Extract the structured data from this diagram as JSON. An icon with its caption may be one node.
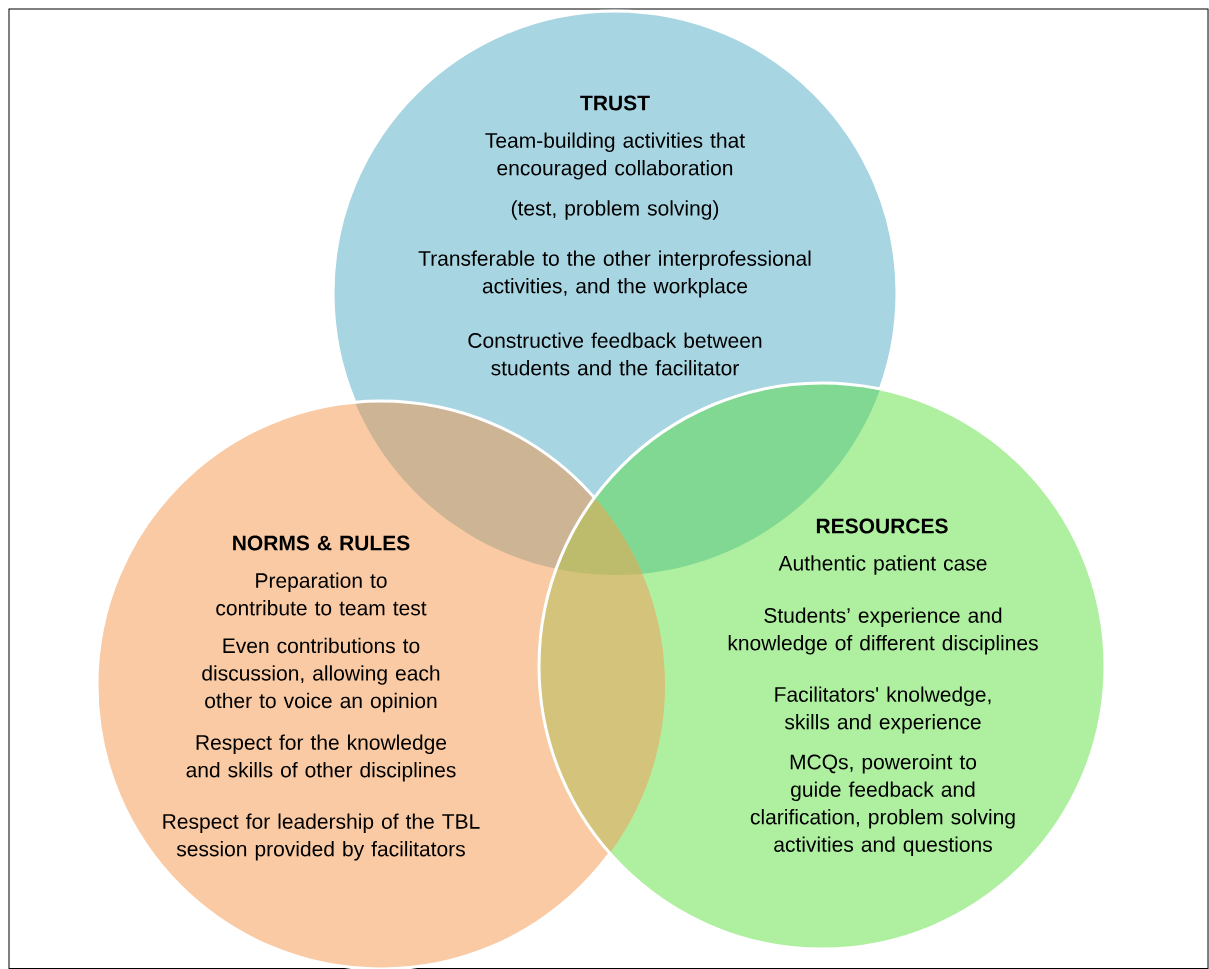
{
  "diagram": {
    "nodes": [
      {
        "text": [
          "TRUST",
          "Team-building activities that encouraged collaboration",
          "(test, problem solving)",
          "Transferable to the other interprofessional activities, and the workplace",
          "Constructive feedback between students and the facilitator"
        ]
      },
      {
        "text": [
          "NORMS & RULES",
          "Preparation to contribute to team test",
          "Even contributions to discussion, allowing each other to voice an opinion",
          "Respect for the knowledge and skills of other disciplines",
          "Respect for leadership of the TBL session provided by facilitators"
        ]
      },
      {
        "text": [
          "RESOURCES",
          "Authentic patient case",
          "Students’ experience and knowledge of different disciplines",
          "Facilitators' knolwedge, skills and experience",
          "MCQs, poweroint to guide feedback and clarification, problem solving activities and questions"
        ]
      }
    ]
  }
}
